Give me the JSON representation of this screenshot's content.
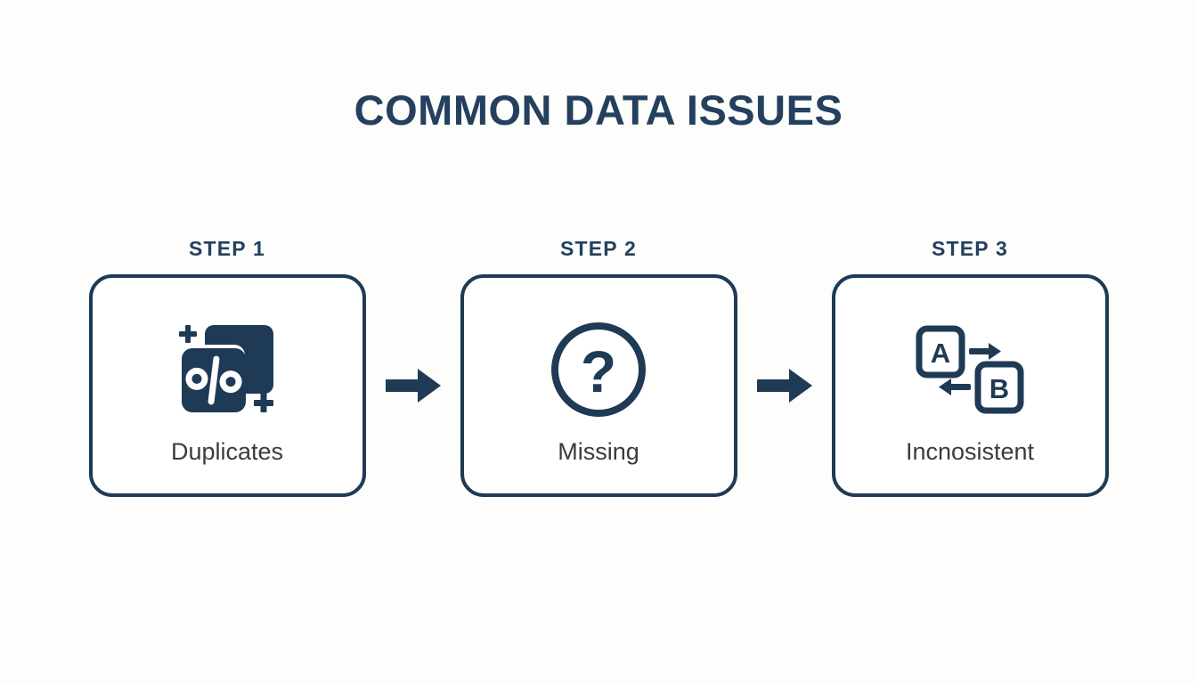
{
  "slide": {
    "title": "COMMON DATA ISSUES",
    "background_color": "#fdfdfc",
    "accent_color": "#1f3a55",
    "title_color": "#24405e",
    "label_color": "#3b3b3b"
  },
  "steps": [
    {
      "step_label": "STEP 1",
      "card_label": "Duplicates",
      "icon_name": "duplicate-layers-icon"
    },
    {
      "step_label": "STEP 2",
      "card_label": "Missing",
      "icon_name": "question-mark-circle-icon"
    },
    {
      "step_label": "STEP 3",
      "card_label": "Incnosistent",
      "icon_name": "a-b-swap-arrows-icon"
    }
  ],
  "connectors": [
    {
      "icon_name": "arrow-right-icon"
    },
    {
      "icon_name": "arrow-right-icon"
    }
  ],
  "icon_text": {
    "box_a": "A",
    "box_b": "B",
    "question_mark": "?"
  }
}
